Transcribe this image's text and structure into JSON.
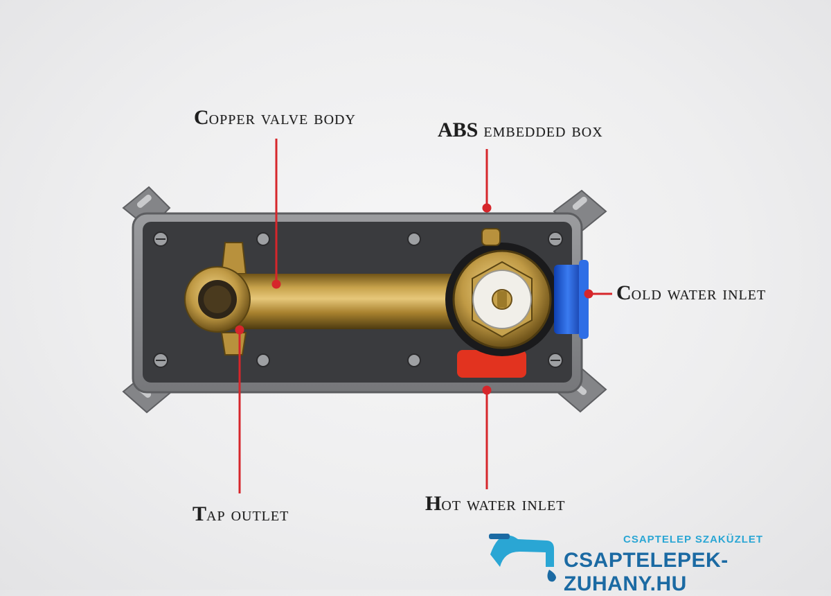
{
  "labels": {
    "copper_valve_body": {
      "lead": "C",
      "rest": "opper valve body"
    },
    "abs_embedded_box": {
      "lead": "ABS",
      "rest": " embedded box"
    },
    "cold_water_inlet": {
      "lead": "C",
      "rest": "old water inlet"
    },
    "tap_outlet": {
      "lead": "T",
      "rest": "ap outlet"
    },
    "hot_water_inlet": {
      "lead": "H",
      "rest": "ot water inlet"
    }
  },
  "brand": {
    "subtitle": "CSAPTELEP SZAKÜZLET",
    "name": "CSAPTELEPEK-ZUHANY.HU",
    "logo_icon": "faucet-droplet-icon"
  },
  "colors": {
    "callout_red": "#d6262b",
    "brand_light": "#2aa6d4",
    "brand_dark": "#1b6aa3",
    "box_grey": "#8c8d90",
    "brass": "#b8913d",
    "cold_blue": "#1f5fe0",
    "hot_red": "#e2331f"
  }
}
